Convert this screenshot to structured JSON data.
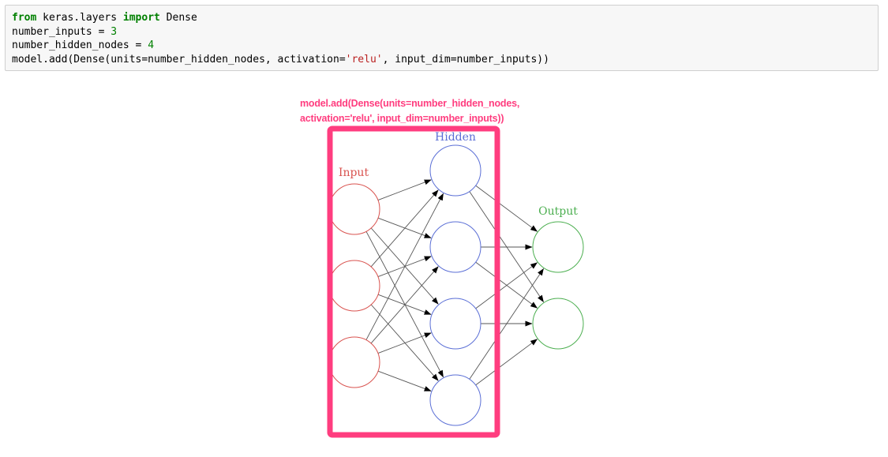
{
  "code_cell": {
    "lines": [
      [
        {
          "t": "from",
          "c": "kw"
        },
        {
          "t": " keras.layers ",
          "c": ""
        },
        {
          "t": "import",
          "c": "kw"
        },
        {
          "t": " Dense",
          "c": ""
        }
      ],
      [
        {
          "t": "number_inputs = ",
          "c": ""
        },
        {
          "t": "3",
          "c": "num"
        }
      ],
      [
        {
          "t": "number_hidden_nodes = ",
          "c": ""
        },
        {
          "t": "4",
          "c": "num"
        }
      ],
      [
        {
          "t": "model.add(Dense(units=number_hidden_nodes, activation=",
          "c": ""
        },
        {
          "t": "'relu'",
          "c": "str"
        },
        {
          "t": ", input_dim=number_inputs))",
          "c": ""
        }
      ]
    ]
  },
  "annotation": {
    "line1": "model.add(Dense(units=number_hidden_nodes,",
    "line2": "activation='relu', input_dim=number_inputs))"
  },
  "diagram": {
    "highlight_color": "#ff3d7f",
    "layers": [
      {
        "id": "input",
        "label": "Input",
        "color": "#d9534f",
        "nodes": 3
      },
      {
        "id": "hidden",
        "label": "Hidden",
        "color": "#5b6fd6",
        "nodes": 4
      },
      {
        "id": "output",
        "label": "Output",
        "color": "#4caf50",
        "nodes": 2
      }
    ]
  }
}
